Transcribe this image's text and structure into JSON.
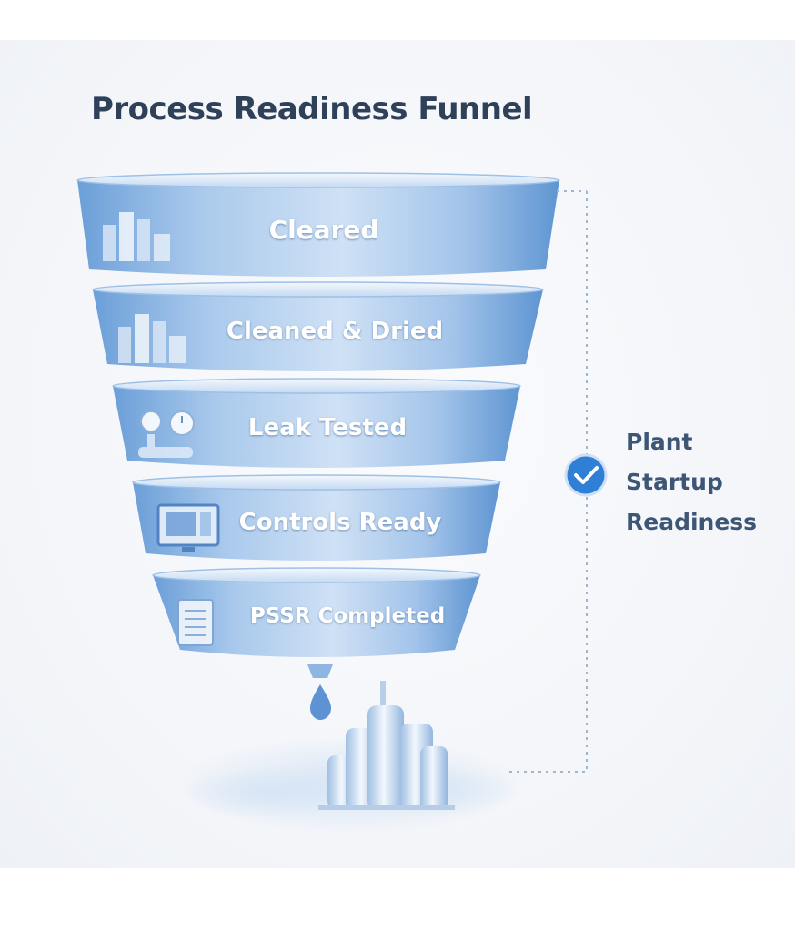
{
  "title": "Process Readiness Funnel",
  "stages": [
    {
      "label": "Cleared",
      "icon": "building-icon"
    },
    {
      "label": "Cleaned & Dried",
      "icon": "towers-icon"
    },
    {
      "label": "Leak Tested",
      "icon": "pressure-gauge-icon"
    },
    {
      "label": "Controls Ready",
      "icon": "control-monitor-icon"
    },
    {
      "label": "PSSR Completed",
      "icon": "checklist-document-icon"
    }
  ],
  "outcome": {
    "lines": [
      "Plant",
      "Startup",
      "Readiness"
    ],
    "icon": "check-circle-icon"
  },
  "colors": {
    "band_light": "#e4eef9",
    "band_mid": "#a9c9ec",
    "band_dark": "#6b9fd8",
    "title": "#2f4159",
    "check": "#2f7fd6",
    "connector": "#9fb6d0"
  }
}
